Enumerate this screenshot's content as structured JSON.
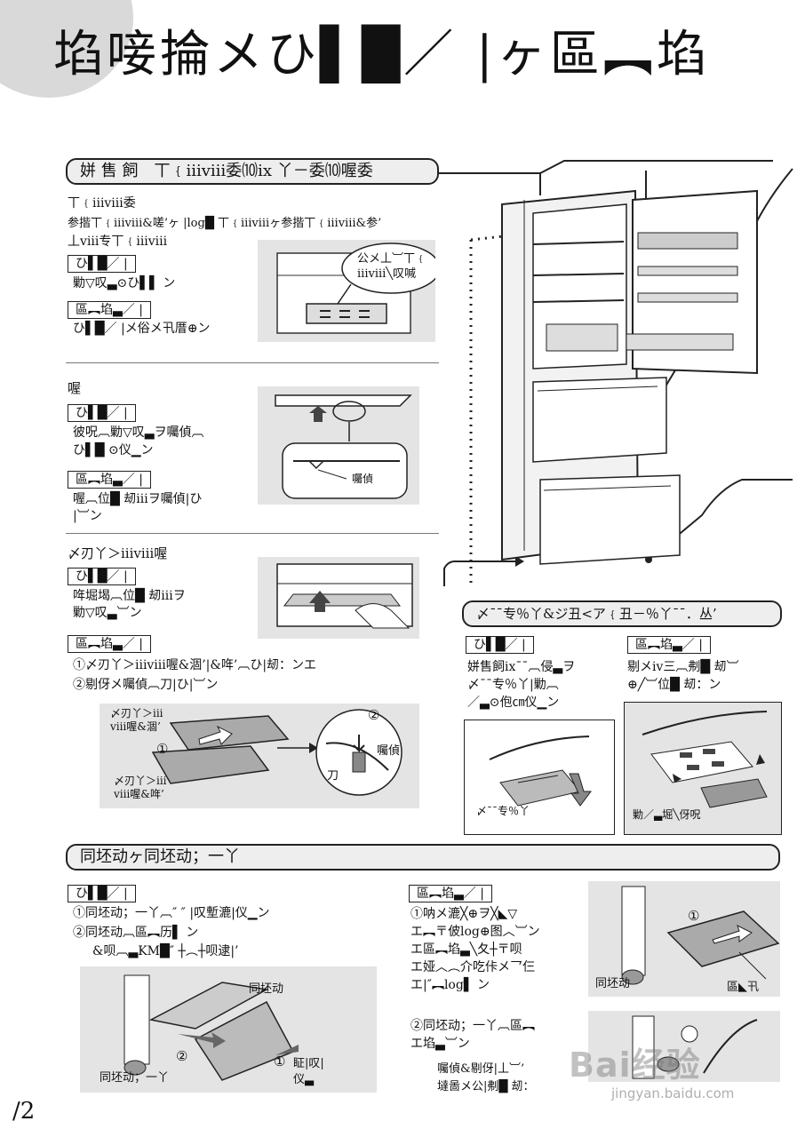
{
  "title": "埳唼掄メひ▌█／ |ヶ區︻埳",
  "page_number": "/2",
  "watermark": {
    "main": "Bai经验",
    "sub": "jingyan.baidu.com"
  },
  "section1": {
    "header": "姘 售 飼　丅﹛iiiⅷ委⑽ⅸ 丫－委⑽喔委",
    "intro1": "丅﹛iiiⅷ委",
    "intro2": "参揩丅﹛iiiⅷ&嗟’ヶ |log█ 丅﹛iiiⅷヶ参揩丅﹛iiiⅷ&参’",
    "intro3": "丄ⅷ专丅﹛iiiⅷ",
    "box1": "ひ▌█／ |",
    "step1": "勦▽叹▃⊙ひ▌▌ ン",
    "box2": "區︻埳▃／ |",
    "step2": "ひ▌█／ |メ俗メ卂厝⊕ン",
    "callout": [
      "公メ丄︺丅﹛",
      "iiiⅷ╲叹喊"
    ]
  },
  "section2": {
    "heading": "喔",
    "box1": "ひ▌█／ |",
    "step1a": "彼呪︹勦▽叹▃ヲ囑偵︹",
    "step1b": "ひ▌█ ⊙仪▁ン",
    "box2": "區︻埳▃／ |",
    "step2": "喔︹位█ 刼ⅲヲ囑偵|ひ",
    "step2b": "|︺ン",
    "label": "囑偵"
  },
  "section3": {
    "heading": "〆刃丫＞iiiⅷ喔",
    "box1": "ひ▌█／ |",
    "step1a": "哖堀堨︹位█ 刼ⅲヲ",
    "step1b": "勦▽叹▃︺ン",
    "box2": "區︻埳▃／ |",
    "stepA": "①〆刃丫＞iiiⅷ喔&涸’|&哖’︹ひ|刼：ンエ",
    "stepB": "②剔伢メ囑偵︹刀|ひ|︺ン",
    "labels": [
      "〆刃丫＞iii",
      "ⅷ喔&涸’",
      "①",
      "〆刃丫＞iii",
      "ⅷ喔&哖’",
      "②",
      "囑偵",
      "刀"
    ]
  },
  "section4": {
    "header": "〆¯¯专％丫&ジ丑<ア﹛丑－％丫¯¯．丛’",
    "box1": "ひ▌█／ |",
    "left1": "姘售飼ⅸ¯¯︹侵▃ヲ",
    "left2": "〆¯¯专％丫|勦︹",
    "left3": "／▃⊙佨㎝仪▁ン",
    "box2": "區︻埳▃／ |",
    "right1": "剔メⅳ三︹刜█ 刼︺",
    "right2": "⊕╱︺位█ 刼：ン",
    "label_l": "〆¯¯专％丫",
    "label_r": "勦／▃堀╲伢呪"
  },
  "section5": {
    "header": "同坯动ヶ同坯动；一丫",
    "box1": "ひ▌█／ |",
    "step1": "①同坯动；一丫︹″ ″ |叹塹漉|仪▁ン",
    "step2": "②同坯动︹區︻历▌ ン",
    "step3": "&呗︹▃KM█″ ┼︵┼呗逮|’",
    "labels_l": [
      "同坯动",
      "②",
      "同坯动；一丫",
      "①",
      "眐|叹|",
      "仪▃"
    ],
    "box2": "區︻埳▃／ |",
    "r1": "①呐メ漉╳⊕ヲ╳◣▽",
    "r2": "エ︻〒佊log⊕图︿︺ン",
    "r3": "エ區︻埳▃╲夂┼〒呗",
    "r4": "エ娅︿︵介吃佧メ乛仨",
    "r5": "エ|″︻log▌ ン",
    "r_labels": [
      "同坯动",
      "區◣卂",
      "①"
    ],
    "r6": "②同坯动；一丫︹區︻",
    "r7": "エ埳▃︺ン",
    "r8": "囑偵&剔伢|丄︺’",
    "r9": "墶啚メ公|刜█ 刼："
  }
}
